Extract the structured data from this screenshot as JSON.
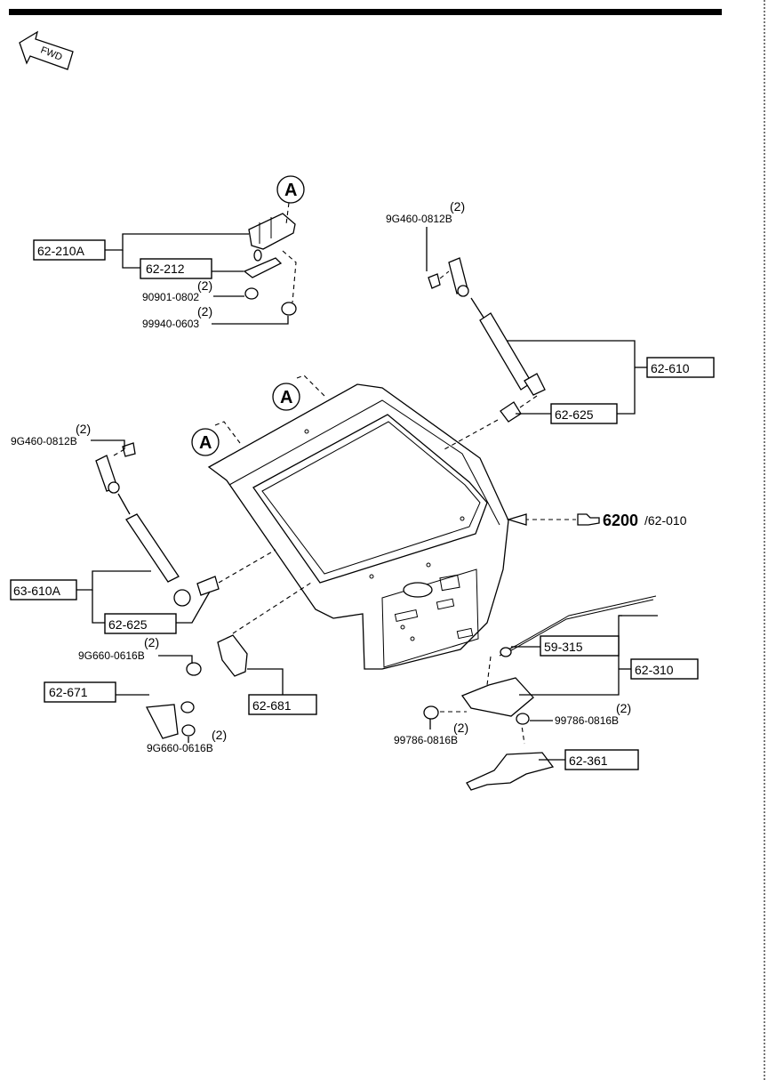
{
  "fwd_label": "FWD",
  "callout_letter": "A",
  "ref": {
    "main": "6200",
    "sub": "/62-010"
  },
  "parts": {
    "p62_210A": "62-210A",
    "p62_212": "62-212",
    "p62_610": "62-610",
    "p62_625_right": "62-625",
    "p63_610A": "63-610A",
    "p62_625_left": "62-625",
    "p59_315": "59-315",
    "p62_310": "62-310",
    "p62_671": "62-671",
    "p62_681": "62-681",
    "p62_361": "62-361"
  },
  "fasteners": {
    "f90901": {
      "qty": "(2)",
      "code": "90901-0802"
    },
    "f99940": {
      "qty": "(2)",
      "code": "99940-0603"
    },
    "f9g460_top": {
      "qty": "(2)",
      "code": "9G460-0812B"
    },
    "f9g460_left": {
      "qty": "(2)",
      "code": "9G460-0812B"
    },
    "f9g660_a": {
      "qty": "(2)",
      "code": "9G660-0616B"
    },
    "f9g660_b": {
      "qty": "(2)",
      "code": "9G660-0616B"
    },
    "f99786_right": {
      "qty": "(2)",
      "code": "99786-0816B"
    },
    "f99786_left": {
      "qty": "(2)",
      "code": "99786-0816B"
    }
  }
}
